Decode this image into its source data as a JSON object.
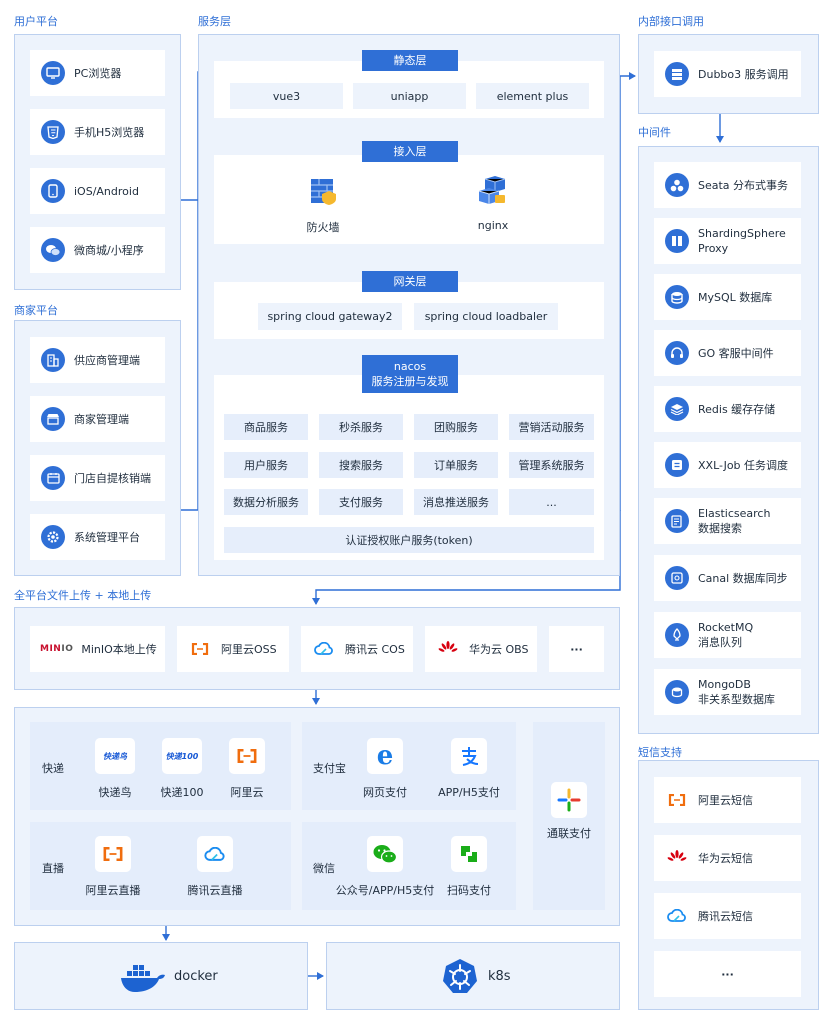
{
  "sections": {
    "user_platform": "用户平台",
    "merchant_platform": "商家平台",
    "service_layer": "服务层",
    "internal_call": "内部接口调用",
    "middleware": "中间件",
    "file_upload": "全平台文件上传 + 本地上传",
    "sms": "短信支持"
  },
  "user_platform_items": [
    {
      "label": "PC浏览器",
      "icon": "monitor-icon"
    },
    {
      "label": "手机H5浏览器",
      "icon": "html5-icon"
    },
    {
      "label": "iOS/Android",
      "icon": "phone-icon"
    },
    {
      "label": "微商城/小程序",
      "icon": "wechat-icon"
    }
  ],
  "merchant_platform_items": [
    {
      "label": "供应商管理端",
      "icon": "building-icon"
    },
    {
      "label": "商家管理端",
      "icon": "store-icon"
    },
    {
      "label": "门店自提核销端",
      "icon": "calendar-icon"
    },
    {
      "label": "系统管理平台",
      "icon": "gear-icon"
    }
  ],
  "service": {
    "static_layer": "静态层",
    "static_items": [
      "vue3",
      "uniapp",
      "element plus"
    ],
    "access_layer": "接入层",
    "firewall": "防火墙",
    "nginx": "nginx",
    "gateway_layer": "网关层",
    "gateway_items": [
      "spring cloud gateway2",
      "spring cloud loadbaler"
    ],
    "nacos_title": "nacos",
    "nacos_subtitle": "服务注册与发现",
    "services": [
      [
        "商品服务",
        "秒杀服务",
        "团购服务",
        "营销活动服务"
      ],
      [
        "用户服务",
        "搜索服务",
        "订单服务",
        "管理系统服务"
      ],
      [
        "数据分析服务",
        "支付服务",
        "消息推送服务",
        "..."
      ]
    ],
    "auth": "认证授权账户服务(token)"
  },
  "internal_call_item": "Dubbo3 服务调用",
  "middleware_items": [
    {
      "line1": "Seata 分布式事务",
      "line2": "",
      "icon": "seata-icon"
    },
    {
      "line1": "ShardingSphere",
      "line2": "Proxy",
      "icon": "sharding-icon"
    },
    {
      "line1": "MySQL 数据库",
      "line2": "",
      "icon": "database-icon"
    },
    {
      "line1": "GO 客服中间件",
      "line2": "",
      "icon": "headset-icon"
    },
    {
      "line1": "Redis 缓存存储",
      "line2": "",
      "icon": "layers-icon"
    },
    {
      "line1": "XXL-Job 任务调度",
      "line2": "",
      "icon": "job-icon"
    },
    {
      "line1": "Elasticsearch",
      "line2": "数据搜索",
      "icon": "search-doc-icon"
    },
    {
      "line1": "Canal 数据库同步",
      "line2": "",
      "icon": "sync-icon"
    },
    {
      "line1": "RocketMQ",
      "line2": "消息队列",
      "icon": "rocket-icon"
    },
    {
      "line1": "MongoDB",
      "line2": "非关系型数据库",
      "icon": "leaf-icon"
    }
  ],
  "file_upload_items": [
    {
      "label": "MinIO本地上传",
      "icon": "minio-icon"
    },
    {
      "label": "阿里云OSS",
      "icon": "aliyun-icon"
    },
    {
      "label": "腾讯云 COS",
      "icon": "tencent-cloud-icon"
    },
    {
      "label": "华为云 OBS",
      "icon": "huawei-icon"
    },
    {
      "label": "···",
      "icon": ""
    }
  ],
  "logistics": {
    "express_label": "快递",
    "express_items": [
      "快递鸟",
      "快递100",
      "阿里云"
    ],
    "kdn_logo": "快递鸟",
    "kd100_logo": "快递100",
    "live_label": "直播",
    "live_items": [
      "阿里云直播",
      "腾讯云直播"
    ]
  },
  "payment": {
    "alipay_label": "支付宝",
    "alipay_items": [
      "网页支付",
      "APP/H5支付"
    ],
    "wechat_label": "微信",
    "wechat_items": [
      "公众号/APP/H5支付",
      "扫码支付"
    ],
    "allinpay": "通联支付"
  },
  "deploy": {
    "docker": "docker",
    "k8s": "k8s"
  },
  "sms_items": [
    {
      "label": "阿里云短信",
      "icon": "aliyun-icon"
    },
    {
      "label": "华为云短信",
      "icon": "huawei-icon"
    },
    {
      "label": "腾讯云短信",
      "icon": "tencent-cloud-icon"
    },
    {
      "label": "···",
      "icon": ""
    }
  ],
  "colors": {
    "accent": "#2f6fd6",
    "panel": "#edf3fc",
    "border": "#bcd0ef",
    "aliyun": "#f06d0e",
    "huawei": "#d7000f",
    "wechat": "#1aad19"
  }
}
